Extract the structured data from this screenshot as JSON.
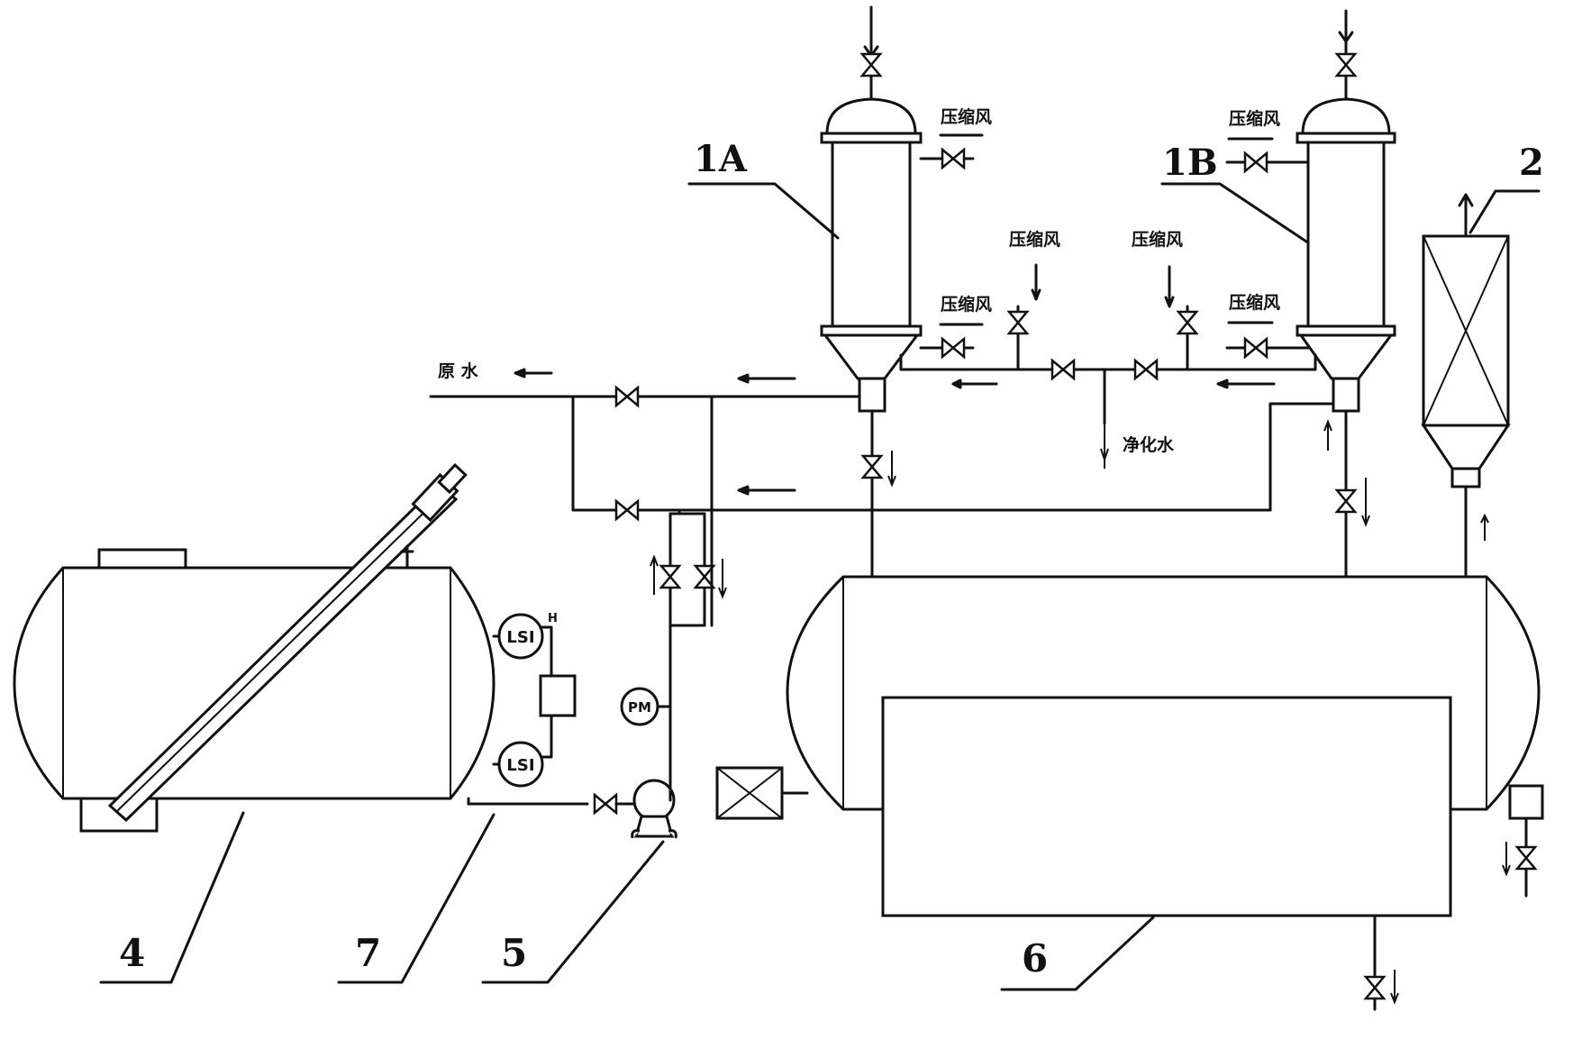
{
  "labels": {
    "compressed_air": "压缩风",
    "raw_water": "原 水",
    "purified_water": "净化水",
    "lsi": "LSI",
    "pm": "PM",
    "high": "H"
  },
  "numbers": {
    "n1a": "1A",
    "n1b": "1B",
    "n2": "2",
    "n4": "4",
    "n5": "5",
    "n6": "6",
    "n7": "7"
  }
}
